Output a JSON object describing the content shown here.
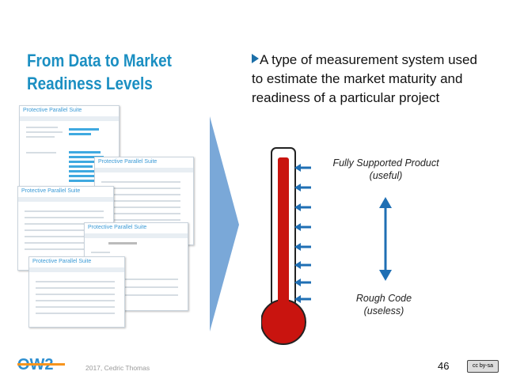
{
  "slide": {
    "title_line1": "From Data to Market",
    "title_line2": "Readiness Levels",
    "bullet": "A type of measurement system used to estimate the market maturity and readiness of a particular project",
    "top_label_line1": "Fully Supported Product",
    "top_label_line2": "(useful)",
    "bottom_label_line1": "Rough Code",
    "bottom_label_line2": "(useless)",
    "footer": "2017, Cedric Thomas",
    "page_number": "46",
    "logo_text": "OW2",
    "license_badge": "cc by-sa"
  },
  "screenshots": [
    {
      "title": "Protective Parallel Suite"
    },
    {
      "title": "Protective Parallel Suite"
    },
    {
      "title": "Protective Parallel Suite"
    },
    {
      "title": "Protective Parallel Suite"
    },
    {
      "title": "Protective Parallel Suite"
    }
  ],
  "colors": {
    "title": "#1b8fc2",
    "thermometer_red": "#c9140f",
    "tick_arrows": "#1f6fb4",
    "process_chevron": "#6b9fd4"
  }
}
